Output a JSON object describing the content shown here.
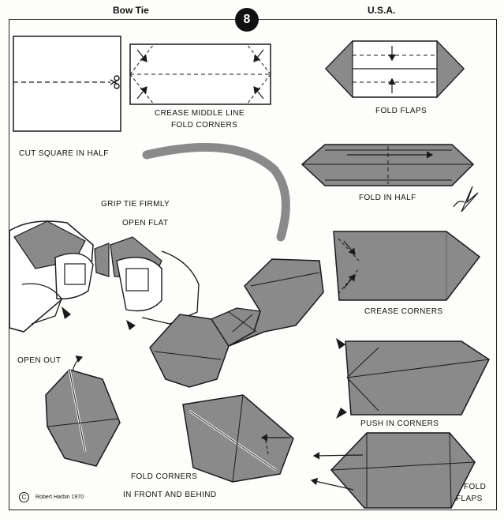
{
  "header": {
    "left_title": "Bow Tie",
    "step_number": "8",
    "right_title": "U.S.A."
  },
  "steps": {
    "cut": "CUT SQUARE IN HALF",
    "crease_middle": "CREASE MIDDLE LINE",
    "fold_corners": "FOLD CORNERS",
    "fold_flaps_top": "FOLD  FLAPS",
    "fold_in_half": "FOLD IN HALF",
    "grip": "GRIP TIE FIRMLY",
    "open_flat": "OPEN FLAT",
    "crease_corners": "CREASE   CORNERS",
    "open_out": "OPEN OUT",
    "push_in": "PUSH IN  CORNERS",
    "fold_corners_2": "FOLD CORNERS",
    "front_behind": "IN FRONT AND BEHIND",
    "fold": "FOLD",
    "flaps": "FLAPS"
  },
  "credit": {
    "symbol": "C",
    "author": "Robert Harbin 1970"
  },
  "colors": {
    "paper_shade": "#8a8a8a",
    "line": "#1a1a1a",
    "background": "#fdfdfb"
  }
}
